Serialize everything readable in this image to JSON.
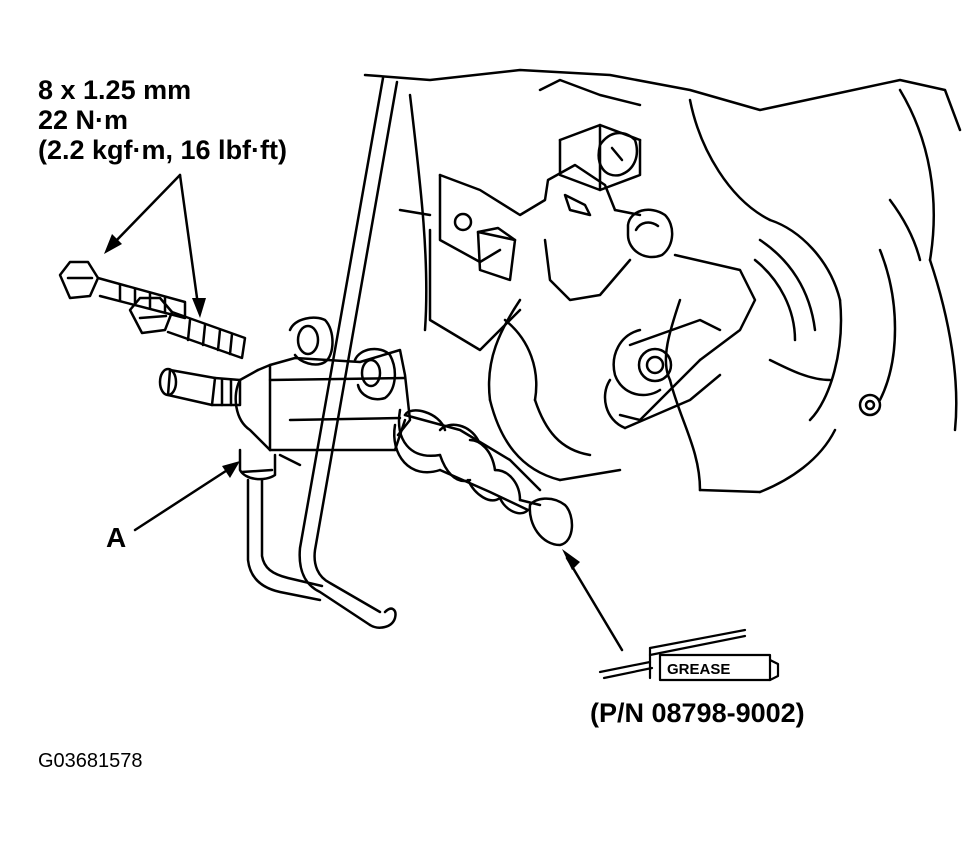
{
  "spec": {
    "bolt_size": "8 x 1.25 mm",
    "torque_nm": "22 N·m",
    "torque_alt": "(2.2 kgf·m, 16 lbf·ft)"
  },
  "labels": {
    "slave_cylinder_line": "A",
    "grease_tube": "GREASE",
    "grease_part_number": "(P/N 08798-9002)"
  },
  "figure_id": "G03681578"
}
